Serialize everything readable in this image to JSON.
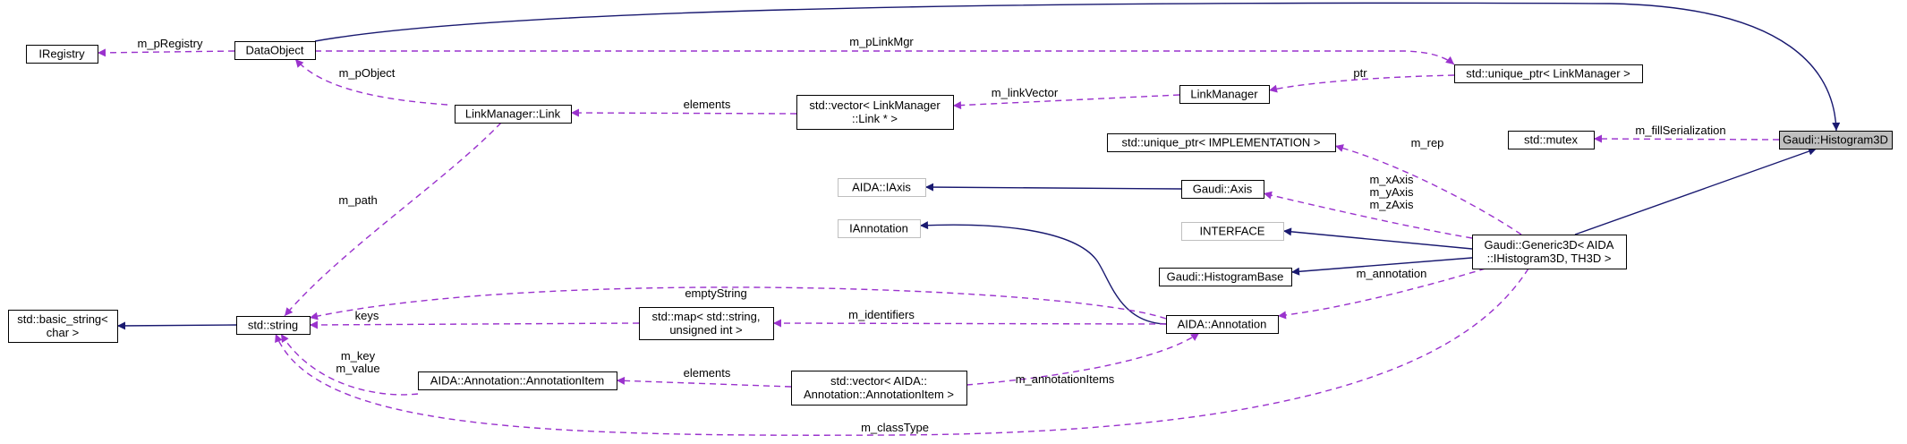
{
  "diagram": {
    "colors": {
      "inheritance": "#191970",
      "usage": "#9a32cd",
      "focus_fill": "#bfbfbf",
      "external_border": "#bfbfbf"
    },
    "nodes": [
      {
        "id": "IRegistry",
        "lines": [
          "IRegistry"
        ]
      },
      {
        "id": "DataObject",
        "lines": [
          "DataObject"
        ]
      },
      {
        "id": "LinkManagerLink",
        "lines": [
          "LinkManager::Link"
        ]
      },
      {
        "id": "vectorLink",
        "lines": [
          "std::vector< LinkManager",
          "::Link * >"
        ]
      },
      {
        "id": "LinkManager",
        "lines": [
          "LinkManager"
        ]
      },
      {
        "id": "uniqueLinkMgr",
        "lines": [
          "std::unique_ptr< LinkManager >"
        ]
      },
      {
        "id": "mutex",
        "lines": [
          "std::mutex"
        ]
      },
      {
        "id": "Histogram3D",
        "lines": [
          "Gaudi::Histogram3D"
        ],
        "focus": true
      },
      {
        "id": "uniqueImpl",
        "lines": [
          "std::unique_ptr< IMPLEMENTATION >"
        ]
      },
      {
        "id": "AIDAIAxis",
        "lines": [
          "AIDA::IAxis"
        ],
        "external": true
      },
      {
        "id": "GaudiAxis",
        "lines": [
          "Gaudi::Axis"
        ]
      },
      {
        "id": "IAnnotation",
        "lines": [
          "IAnnotation"
        ],
        "external": true
      },
      {
        "id": "INTERFACE",
        "lines": [
          "INTERFACE"
        ],
        "external": true
      },
      {
        "id": "HistogramBase",
        "lines": [
          "Gaudi::HistogramBase"
        ]
      },
      {
        "id": "Generic3D",
        "lines": [
          "Gaudi::Generic3D< AIDA",
          "::IHistogram3D, TH3D >"
        ]
      },
      {
        "id": "basicString",
        "lines": [
          "std::basic_string<",
          "char >"
        ]
      },
      {
        "id": "stdString",
        "lines": [
          "std::string"
        ]
      },
      {
        "id": "mapString",
        "lines": [
          "std::map< std::string,",
          "unsigned int >"
        ]
      },
      {
        "id": "AIDAAnnotation",
        "lines": [
          "AIDA::Annotation"
        ]
      },
      {
        "id": "AnnotationItem",
        "lines": [
          "AIDA::Annotation::AnnotationItem"
        ]
      },
      {
        "id": "vectorItem",
        "lines": [
          "std::vector< AIDA::",
          "Annotation::AnnotationItem >"
        ]
      }
    ],
    "edges": [
      {
        "type": "inheritance",
        "from": "DataObject",
        "to": "Histogram3D",
        "labels": []
      },
      {
        "type": "inheritance",
        "from": "Generic3D",
        "to": "Histogram3D",
        "labels": []
      },
      {
        "type": "inheritance",
        "from": "AIDAIAxis",
        "to": "GaudiAxis",
        "labels": []
      },
      {
        "type": "inheritance",
        "from": "IAnnotation",
        "to": "AIDAAnnotation",
        "labels": []
      },
      {
        "type": "inheritance",
        "from": "INTERFACE",
        "to": "Generic3D",
        "labels": []
      },
      {
        "type": "inheritance",
        "from": "HistogramBase",
        "to": "Generic3D",
        "labels": []
      },
      {
        "type": "inheritance",
        "from": "basicString",
        "to": "stdString",
        "labels": []
      },
      {
        "type": "usage",
        "from": "IRegistry",
        "to": "DataObject",
        "labels": [
          "m_pRegistry"
        ]
      },
      {
        "type": "usage",
        "from": "uniqueLinkMgr",
        "to": "DataObject",
        "labels": [
          "m_pLinkMgr"
        ]
      },
      {
        "type": "usage",
        "from": "DataObject",
        "to": "LinkManagerLink",
        "labels": [
          "m_pObject"
        ]
      },
      {
        "type": "usage",
        "from": "LinkManagerLink",
        "to": "vectorLink",
        "labels": [
          "elements"
        ]
      },
      {
        "type": "usage",
        "from": "vectorLink",
        "to": "LinkManager",
        "labels": [
          "m_linkVector"
        ]
      },
      {
        "type": "usage",
        "from": "LinkManager",
        "to": "uniqueLinkMgr",
        "labels": [
          "ptr"
        ]
      },
      {
        "type": "usage",
        "from": "mutex",
        "to": "Histogram3D",
        "labels": [
          "m_fillSerialization"
        ]
      },
      {
        "type": "usage",
        "from": "uniqueImpl",
        "to": "Generic3D",
        "labels": [
          "m_rep"
        ]
      },
      {
        "type": "usage",
        "from": "GaudiAxis",
        "to": "Generic3D",
        "labels": [
          "m_xAxis",
          "m_yAxis",
          "m_zAxis"
        ]
      },
      {
        "type": "usage",
        "from": "AIDAAnnotation",
        "to": "Generic3D",
        "labels": [
          "m_annotation"
        ]
      },
      {
        "type": "usage",
        "from": "stdString",
        "to": "LinkManagerLink",
        "labels": [
          "m_path"
        ]
      },
      {
        "type": "usage",
        "from": "stdString",
        "to": "AIDAAnnotation",
        "labels": [
          "emptyString"
        ]
      },
      {
        "type": "usage",
        "from": "stdString",
        "to": "mapString",
        "labels": [
          "keys"
        ]
      },
      {
        "type": "usage",
        "from": "mapString",
        "to": "AIDAAnnotation",
        "labels": [
          "m_identifiers"
        ]
      },
      {
        "type": "usage",
        "from": "vectorItem",
        "to": "AIDAAnnotation",
        "labels": [
          "m_annotationItems"
        ]
      },
      {
        "type": "usage",
        "from": "AnnotationItem",
        "to": "vectorItem",
        "labels": [
          "elements"
        ]
      },
      {
        "type": "usage",
        "from": "stdString",
        "to": "AnnotationItem",
        "labels": [
          "m_key",
          "m_value"
        ]
      },
      {
        "type": "usage",
        "from": "stdString",
        "to": "Generic3D",
        "labels": [
          "m_classType"
        ]
      }
    ]
  }
}
